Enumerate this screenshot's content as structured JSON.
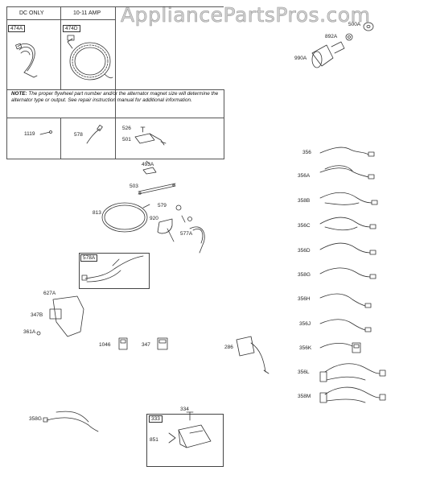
{
  "watermark": "AppliancePartsPros.com",
  "table": {
    "header_dc_only": "DC ONLY",
    "header_amp": "10-11 AMP",
    "part_474A": "474A",
    "part_474D": "474D",
    "note_label": "NOTE:",
    "note_text": "The proper flywheel part number and/or the alternator magnet size will determine the alternator type or output. See repair instruction manual for additional information.",
    "part_1119": "1119",
    "part_578": "578",
    "part_526": "526",
    "part_501": "501"
  },
  "parts": {
    "p500A": "500A",
    "p892A": "892A",
    "p990A": "990A",
    "p493A": "493A",
    "p503": "503",
    "p813": "813",
    "p579": "579",
    "p920": "920",
    "p577A": "577A",
    "p578A": "578A",
    "p627A": "627A",
    "p347B": "347B",
    "p361A": "361A",
    "p1046": "1046",
    "p347": "347",
    "p286": "286",
    "p358G_bottom": "358G",
    "p334": "334",
    "p333": "333",
    "p851": "851"
  },
  "harnesses": [
    "356",
    "356A",
    "358B",
    "356C",
    "356D",
    "358G",
    "356H",
    "356J",
    "356K",
    "356L",
    "358M"
  ]
}
